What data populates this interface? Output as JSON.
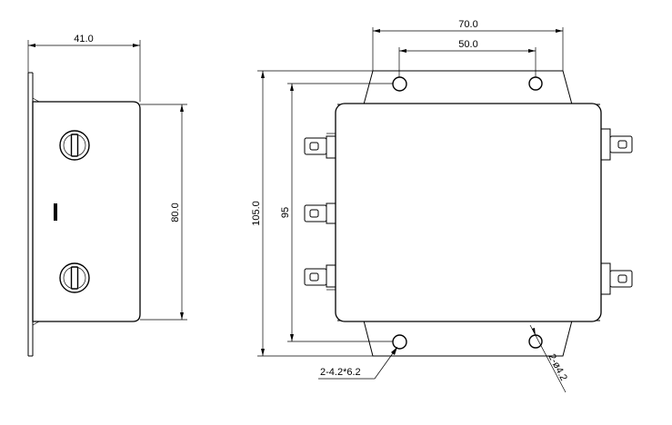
{
  "side_view": {
    "width_label": "41.0",
    "height_label": "80.0"
  },
  "front_view": {
    "outer_width_label": "70.0",
    "hole_spacing_label": "50.0",
    "outer_height_label": "105.0",
    "hole_vertical_label": "95",
    "slot_callout": "2-4.2*6.2",
    "hole_callout": "2-ø4.2"
  }
}
